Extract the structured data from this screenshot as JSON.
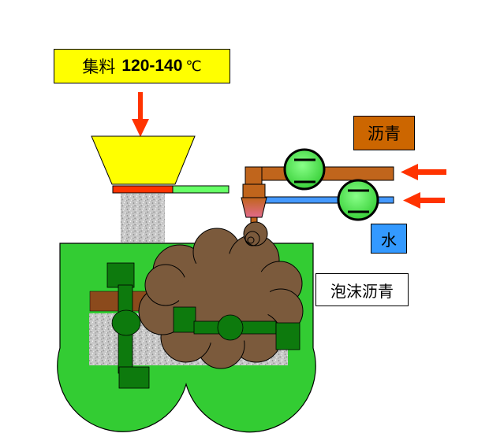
{
  "labels": {
    "aggregate_text": "集料",
    "aggregate_temp": "120-140",
    "aggregate_unit": "℃",
    "bitumen": "沥青",
    "water": "水",
    "foamed_bitumen": "泡沫沥青"
  },
  "colors": {
    "aggregate_box": "#ffff00",
    "bitumen_box": "#cc6600",
    "water_box": "#3399ff",
    "foam_box": "#ffffff",
    "mixer_body": "#33cc33",
    "arrow": "#ff3300",
    "bitumen_pipe": "#c0651c",
    "water_pipe": "#4499ff",
    "foam": "#7b5a3c",
    "shaft": "#0d7a0d",
    "pump": "#66ee66"
  },
  "icons": {
    "pump": "pump-circle-icon",
    "arrow": "red-arrow-icon"
  }
}
